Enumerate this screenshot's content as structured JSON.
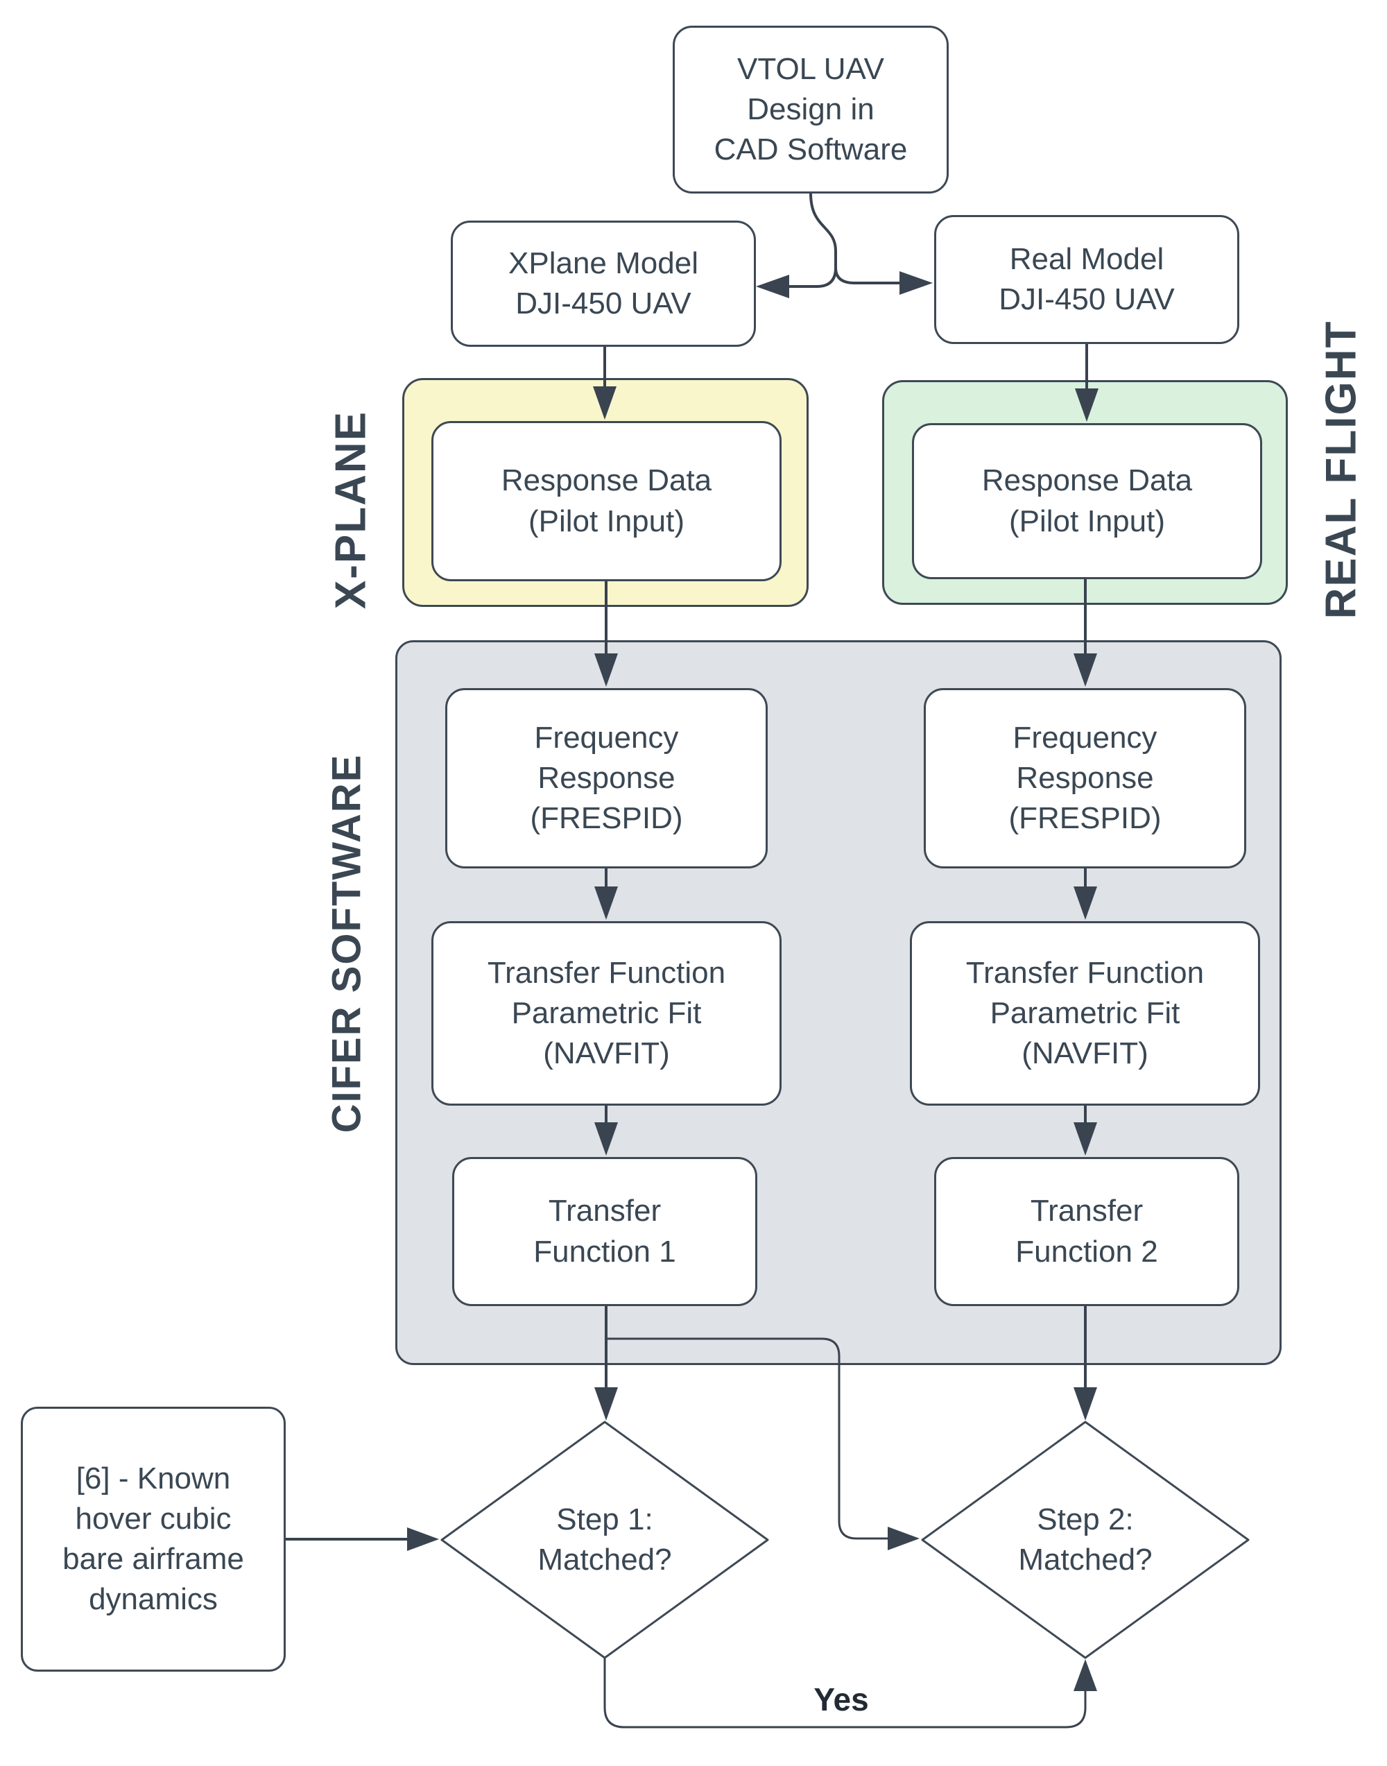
{
  "colors": {
    "border": "#3e4955",
    "text": "#3a4753",
    "line": "#39424e",
    "arrow": "#3a4450",
    "yellow_group_fill": "#f9f6cb",
    "green_group_fill": "#d9f1dd",
    "gray_group_fill": "#dfe2e6"
  },
  "containers": {
    "xplane": {
      "label": "X-PLANE",
      "fill": "yellow"
    },
    "real_flight": {
      "label": "REAL FLIGHT",
      "fill": "green"
    },
    "cifer": {
      "label": "CIFER SOFTWARE",
      "fill": "gray"
    }
  },
  "nodes": {
    "vtol": {
      "label": "VTOL UAV\nDesign in\nCAD Software"
    },
    "xplane_model": {
      "label": "XPlane Model\nDJI-450 UAV"
    },
    "real_model": {
      "label": "Real Model\nDJI-450 UAV"
    },
    "response_xplane": {
      "label": "Response Data\n(Pilot Input)"
    },
    "response_real": {
      "label": "Response Data\n(Pilot Input)"
    },
    "frespid_xplane": {
      "label": "Frequency\nResponse\n(FRESPID)"
    },
    "frespid_real": {
      "label": "Frequency\nResponse\n(FRESPID)"
    },
    "navfit_xplane": {
      "label": "Transfer Function\nParametric Fit\n(NAVFIT)"
    },
    "navfit_real": {
      "label": "Transfer Function\nParametric Fit\n(NAVFIT)"
    },
    "tf1": {
      "label": "Transfer\nFunction 1"
    },
    "tf2": {
      "label": "Transfer\nFunction 2"
    },
    "reference": {
      "label": "[6] - Known\nhover cubic\nbare airframe\ndynamics"
    },
    "step1": {
      "label": "Step 1:\nMatched?"
    },
    "step2": {
      "label": "Step 2:\nMatched?"
    }
  },
  "edge_labels": {
    "yes": "Yes"
  },
  "edges": [
    {
      "from": "vtol",
      "to": "xplane_model"
    },
    {
      "from": "vtol",
      "to": "real_model"
    },
    {
      "from": "xplane_model",
      "to": "response_xplane"
    },
    {
      "from": "real_model",
      "to": "response_real"
    },
    {
      "from": "response_xplane",
      "to": "frespid_xplane"
    },
    {
      "from": "response_real",
      "to": "frespid_real"
    },
    {
      "from": "frespid_xplane",
      "to": "navfit_xplane"
    },
    {
      "from": "frespid_real",
      "to": "navfit_real"
    },
    {
      "from": "navfit_xplane",
      "to": "tf1"
    },
    {
      "from": "navfit_real",
      "to": "tf2"
    },
    {
      "from": "tf1",
      "to": "step1"
    },
    {
      "from": "tf2",
      "to": "step2"
    },
    {
      "from": "tf1",
      "to": "step2"
    },
    {
      "from": "reference",
      "to": "step1"
    },
    {
      "from": "step1",
      "to": "step2",
      "label": "Yes"
    }
  ]
}
